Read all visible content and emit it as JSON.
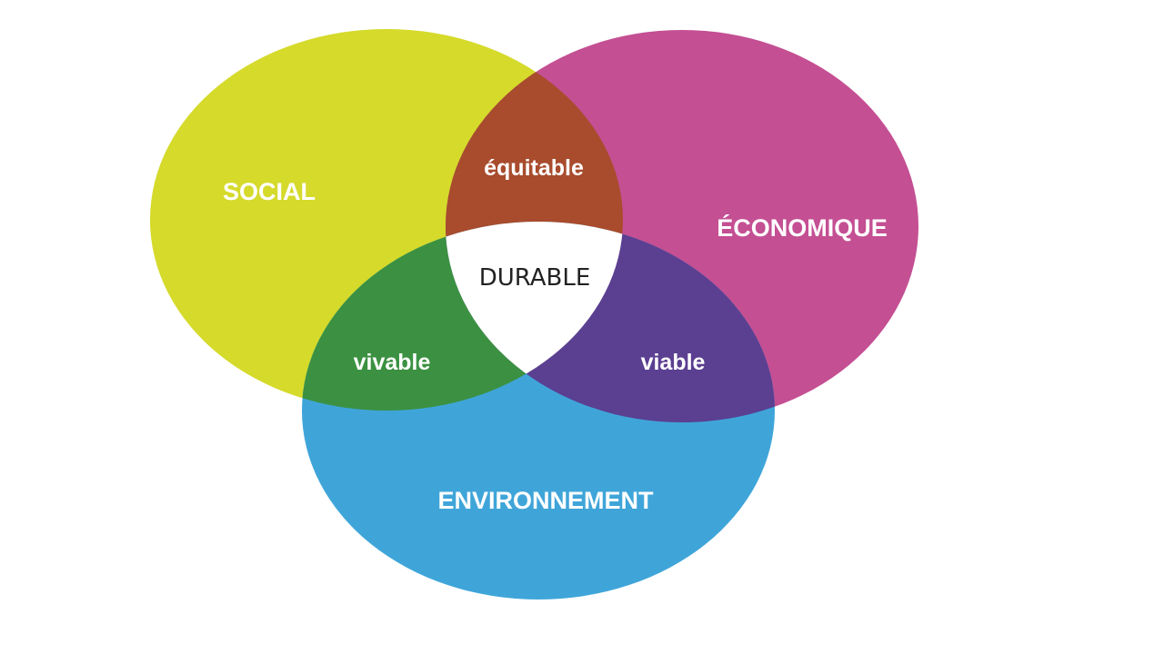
{
  "diagram": {
    "sets": [
      {
        "id": "social",
        "label": "SOCIAL",
        "color": "#d5da2b"
      },
      {
        "id": "economique",
        "label": "ÉCONOMIQUE",
        "color": "#c44f93"
      },
      {
        "id": "environnement",
        "label": "ENVIRONNEMENT",
        "color": "#3fa5d9"
      }
    ],
    "intersections": {
      "social_economique": {
        "label": "équitable",
        "color": "#a84c2d"
      },
      "social_environnement": {
        "label": "vivable",
        "color": "#3b9141"
      },
      "economique_environnement": {
        "label": "viable",
        "color": "#5b3f91"
      },
      "all": {
        "label": "DURABLE",
        "color": "#ffffff"
      }
    }
  }
}
